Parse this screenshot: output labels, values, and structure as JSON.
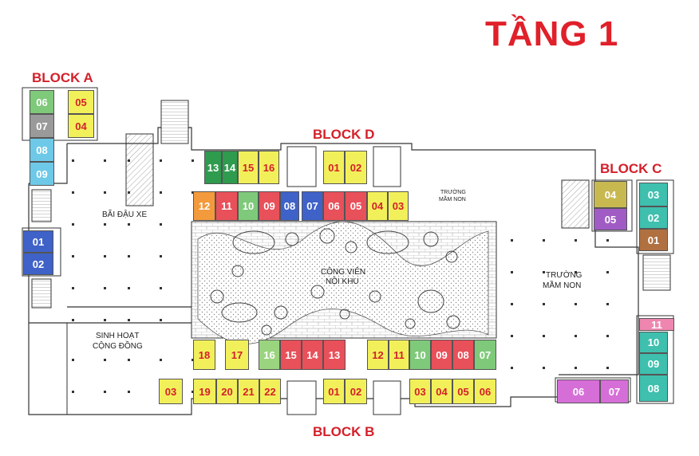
{
  "title": "TẦNG 1",
  "colors": {
    "title": "#e0202a",
    "block_label": "#d4202a",
    "yellow": "#f2f05a",
    "green": "#7fc97a",
    "darkgreen": "#2e9b4e",
    "red": "#e8505a",
    "blue": "#3f62c8",
    "cyan": "#6ec9e8",
    "teal": "#3fbfae",
    "gray": "#9a9a9a",
    "orange": "#f39a3c",
    "purple": "#a05cc4",
    "olive": "#c8b850",
    "brown": "#b07040",
    "pink": "#ef86b0",
    "magenta": "#d66ed8",
    "lightgreen": "#9ad47e",
    "text_red": "#d4202a",
    "text_white": "#ffffff"
  },
  "blocks": {
    "a": "BLOCK A",
    "b": "BLOCK B",
    "c": "BLOCK C",
    "d": "BLOCK D"
  },
  "areas": {
    "parking": "BÃI ĐẬU XE",
    "park_line1": "CÔNG VIÊN",
    "park_line2": "NỘI KHU",
    "kinder_line1": "TRƯỜNG",
    "kinder_line2": "MẦM NON",
    "kinder_small_line1": "TRƯỜNG",
    "kinder_small_line2": "MẦM NON",
    "community_line1": "SINH HOẠT",
    "community_line2": "CỘNG ĐỒNG"
  },
  "units": {
    "a": [
      {
        "label": "06",
        "color": "green",
        "text": "white"
      },
      {
        "label": "05",
        "color": "yellow",
        "text": "red"
      },
      {
        "label": "07",
        "color": "gray",
        "text": "white"
      },
      {
        "label": "04",
        "color": "yellow",
        "text": "red"
      },
      {
        "label": "08",
        "color": "cyan",
        "text": "white"
      },
      {
        "label": "09",
        "color": "cyan",
        "text": "white"
      },
      {
        "label": "01",
        "color": "blue",
        "text": "white"
      },
      {
        "label": "02",
        "color": "blue",
        "text": "white"
      }
    ],
    "d_top": [
      {
        "label": "13",
        "color": "darkgreen",
        "text": "white"
      },
      {
        "label": "14",
        "color": "darkgreen",
        "text": "white"
      },
      {
        "label": "15",
        "color": "yellow",
        "text": "red"
      },
      {
        "label": "16",
        "color": "yellow",
        "text": "red"
      },
      {
        "label": "01",
        "color": "yellow",
        "text": "red"
      },
      {
        "label": "02",
        "color": "yellow",
        "text": "red"
      }
    ],
    "d_row": [
      {
        "label": "12",
        "color": "orange",
        "text": "white"
      },
      {
        "label": "11",
        "color": "red",
        "text": "white"
      },
      {
        "label": "10",
        "color": "green",
        "text": "white"
      },
      {
        "label": "09",
        "color": "red",
        "text": "white"
      },
      {
        "label": "08",
        "color": "blue",
        "text": "white"
      },
      {
        "label": "07",
        "color": "blue",
        "text": "white"
      },
      {
        "label": "06",
        "color": "red",
        "text": "white"
      },
      {
        "label": "05",
        "color": "red",
        "text": "white"
      },
      {
        "label": "04",
        "color": "yellow",
        "text": "red"
      },
      {
        "label": "03",
        "color": "yellow",
        "text": "red"
      }
    ],
    "c": [
      {
        "label": "04",
        "color": "olive",
        "text": "white"
      },
      {
        "label": "03",
        "color": "teal",
        "text": "white"
      },
      {
        "label": "05",
        "color": "purple",
        "text": "white"
      },
      {
        "label": "02",
        "color": "teal",
        "text": "white"
      },
      {
        "label": "01",
        "color": "brown",
        "text": "white"
      },
      {
        "label": "11",
        "color": "pink",
        "text": "white"
      },
      {
        "label": "10",
        "color": "teal",
        "text": "white"
      },
      {
        "label": "09",
        "color": "teal",
        "text": "white"
      },
      {
        "label": "08",
        "color": "teal",
        "text": "white"
      },
      {
        "label": "06",
        "color": "magenta",
        "text": "white"
      },
      {
        "label": "07",
        "color": "magenta",
        "text": "white"
      }
    ],
    "b_row": [
      {
        "label": "18",
        "color": "yellow",
        "text": "red"
      },
      {
        "label": "17",
        "color": "yellow",
        "text": "red"
      },
      {
        "label": "16",
        "color": "lightgreen",
        "text": "white"
      },
      {
        "label": "15",
        "color": "red",
        "text": "white"
      },
      {
        "label": "14",
        "color": "red",
        "text": "white"
      },
      {
        "label": "13",
        "color": "red",
        "text": "white"
      },
      {
        "label": "12",
        "color": "yellow",
        "text": "red"
      },
      {
        "label": "11",
        "color": "yellow",
        "text": "red"
      },
      {
        "label": "10",
        "color": "green",
        "text": "white"
      },
      {
        "label": "09",
        "color": "red",
        "text": "white"
      },
      {
        "label": "08",
        "color": "red",
        "text": "white"
      },
      {
        "label": "07",
        "color": "green",
        "text": "white"
      }
    ],
    "b_bottom": [
      {
        "label": "03",
        "color": "yellow",
        "text": "red"
      },
      {
        "label": "19",
        "color": "yellow",
        "text": "red"
      },
      {
        "label": "20",
        "color": "yellow",
        "text": "red"
      },
      {
        "label": "21",
        "color": "yellow",
        "text": "red"
      },
      {
        "label": "22",
        "color": "yellow",
        "text": "red"
      },
      {
        "label": "01",
        "color": "yellow",
        "text": "red"
      },
      {
        "label": "02",
        "color": "yellow",
        "text": "red"
      },
      {
        "label": "03",
        "color": "yellow",
        "text": "red"
      },
      {
        "label": "04",
        "color": "yellow",
        "text": "red"
      },
      {
        "label": "05",
        "color": "yellow",
        "text": "red"
      },
      {
        "label": "06",
        "color": "yellow",
        "text": "red"
      }
    ]
  }
}
